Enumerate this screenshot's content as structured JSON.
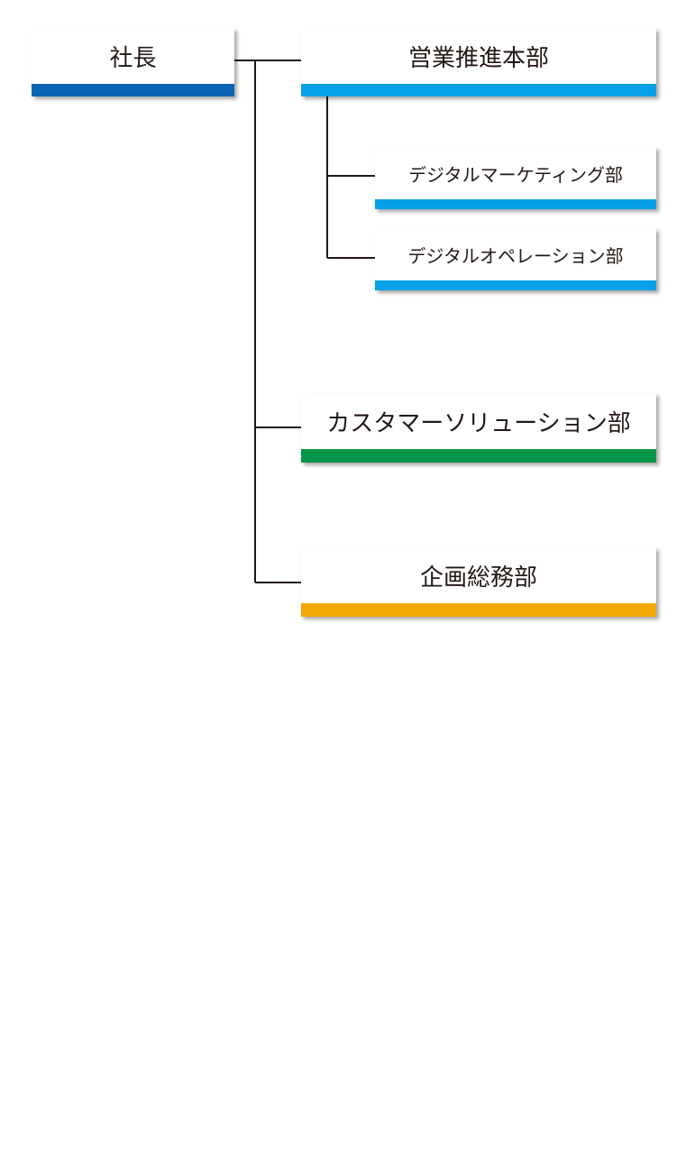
{
  "org_chart": {
    "president": {
      "label": "社長",
      "color": "#0a64b4"
    },
    "sales_division": {
      "label": "営業推進本部",
      "color": "#08a0e6"
    },
    "digital_marketing": {
      "label": "デジタルマーケティング部",
      "color": "#08a0e6"
    },
    "digital_operation": {
      "label": "デジタルオペレーション部",
      "color": "#08a0e6"
    },
    "customer_solution": {
      "label": "カスタマーソリューション部",
      "color": "#03964b"
    },
    "planning_admin": {
      "label": "企画総務部",
      "color": "#f3aa09"
    },
    "connector_color": "#231815"
  }
}
